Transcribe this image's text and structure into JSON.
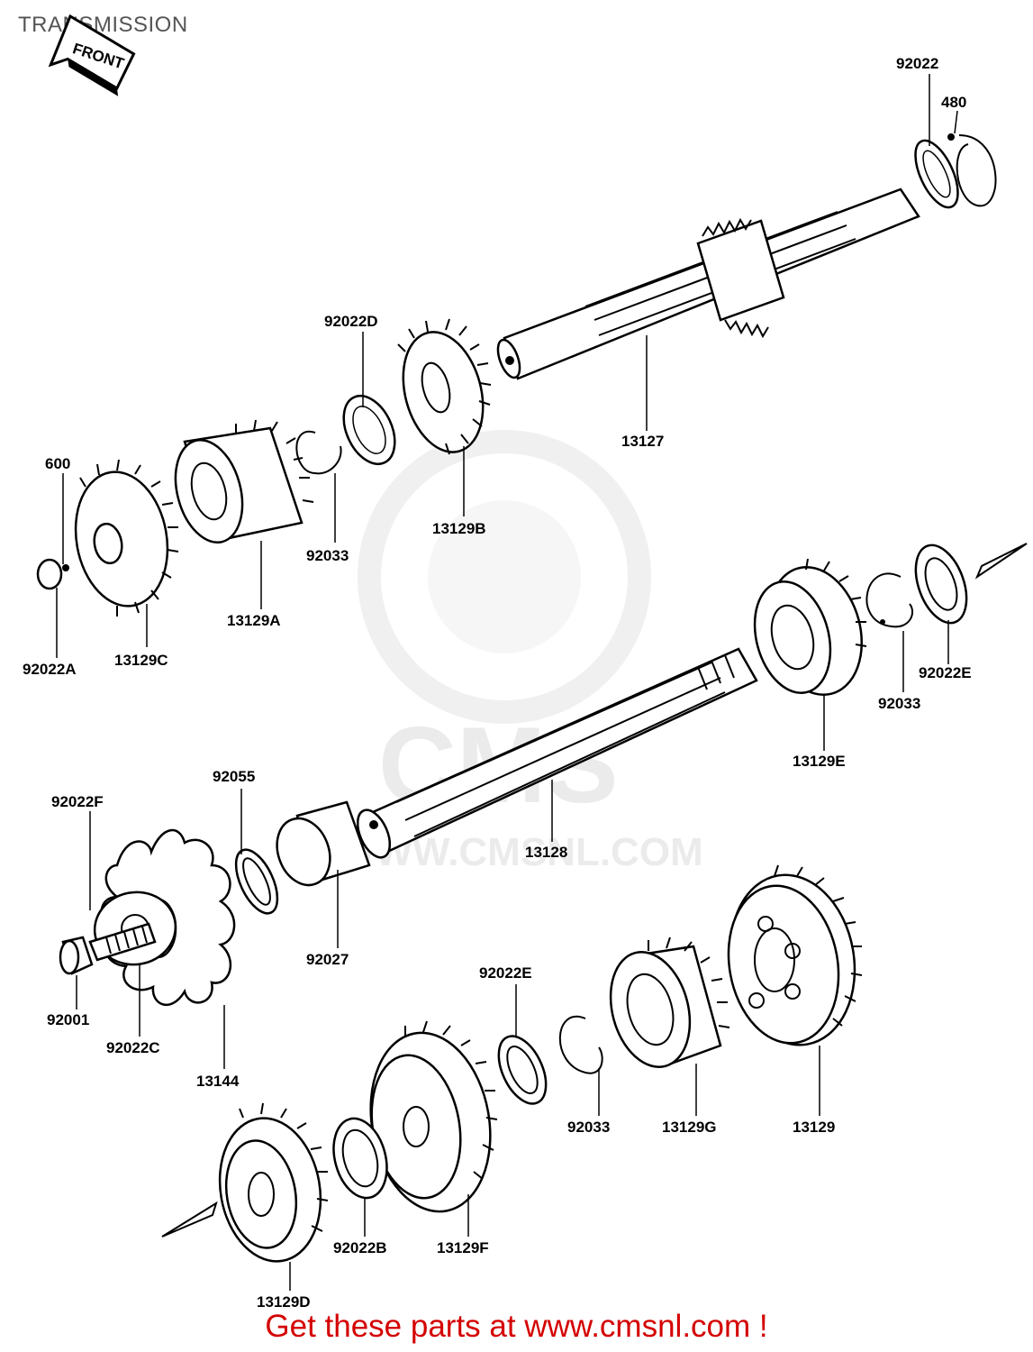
{
  "header": {
    "title": "TRANSMISSION"
  },
  "front_marker": {
    "label": "FRONT"
  },
  "watermark": {
    "text": "WWW.CMSNL.COM",
    "logo_text": "CMS"
  },
  "footer": {
    "text": "Get these parts at www.cmsnl.com !"
  },
  "parts": [
    {
      "id": "92022"
    },
    {
      "id": "480"
    },
    {
      "id": "13127"
    },
    {
      "id": "92022D"
    },
    {
      "id": "13129B"
    },
    {
      "id": "92033"
    },
    {
      "id": "600"
    },
    {
      "id": "13129A"
    },
    {
      "id": "92022A"
    },
    {
      "id": "13129C"
    },
    {
      "id": "92022E"
    },
    {
      "id": "92033"
    },
    {
      "id": "13129E"
    },
    {
      "id": "13128"
    },
    {
      "id": "92022F"
    },
    {
      "id": "92055"
    },
    {
      "id": "92027"
    },
    {
      "id": "92001"
    },
    {
      "id": "92022C"
    },
    {
      "id": "13144"
    },
    {
      "id": "92022E"
    },
    {
      "id": "92033"
    },
    {
      "id": "13129G"
    },
    {
      "id": "13129"
    },
    {
      "id": "92022B"
    },
    {
      "id": "13129F"
    },
    {
      "id": "13129D"
    }
  ]
}
